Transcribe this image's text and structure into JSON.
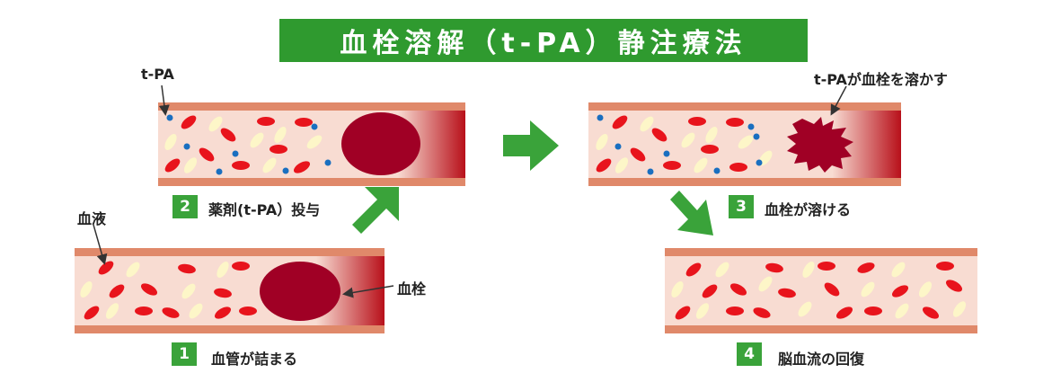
{
  "title": "血栓溶解（t-PA）静注療法",
  "labels": {
    "tpa": "t-PA",
    "blood": "血液",
    "clot": "血栓",
    "tpa_dissolves": "t-PAが血栓を溶かす"
  },
  "steps": [
    {
      "number": "1",
      "text": "血管が詰まる"
    },
    {
      "number": "2",
      "text": "薬剤(t-PA）投与"
    },
    {
      "number": "3",
      "text": "血栓が溶ける"
    },
    {
      "number": "4",
      "text": "脳血流の回復"
    }
  ],
  "colors": {
    "title_bg": "#2f9a2f",
    "badge_bg": "#3aa33a",
    "arrow": "#3aa33a",
    "vessel_wall": "#e0896a",
    "vessel_lumen": "#f8dcd2",
    "clot": "#a00025",
    "red_cell": "#e8141c",
    "pale_cell": "#fdf6c8",
    "tpa_dot": "#1a6fc0"
  }
}
